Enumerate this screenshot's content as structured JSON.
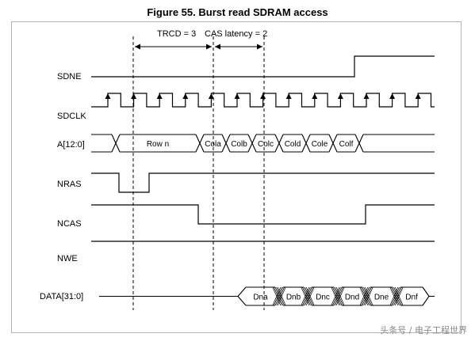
{
  "figure": {
    "title": "Figure 55. Burst read SDRAM access",
    "timing_labels": {
      "trcd": "TRCD = 3",
      "cas_latency": "CAS latency = 2"
    },
    "signals": {
      "sdne": "SDNE",
      "sdclk": "SDCLK",
      "address": "A[12:0]",
      "nras": "NRAS",
      "ncas": "NCAS",
      "nwe": "NWE",
      "data": "DATA[31:0]"
    },
    "address_values": [
      "Row n",
      "Cola",
      "Colb",
      "Colc",
      "Cold",
      "Cole",
      "Colf"
    ],
    "data_values": [
      "Dna",
      "Dnb",
      "Dnc",
      "Dnd",
      "Dne",
      "Dnf"
    ]
  },
  "watermark": {
    "text": "头条号 / 电子工程世界"
  }
}
